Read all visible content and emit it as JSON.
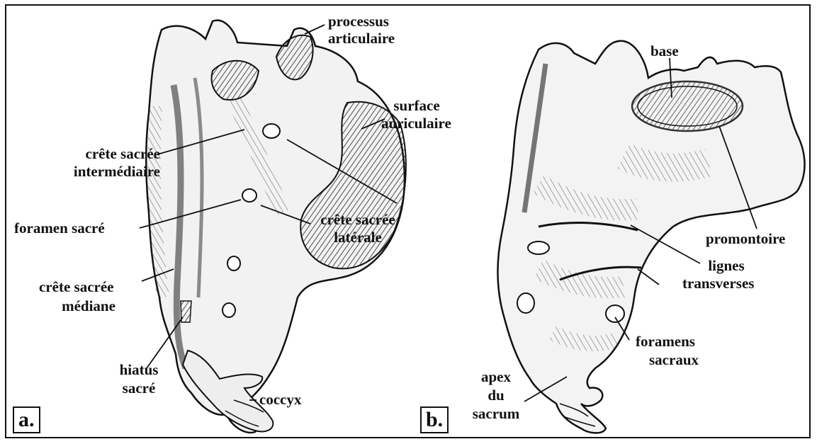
{
  "figure": {
    "panels": [
      {
        "tag": "a."
      },
      {
        "tag": "b."
      }
    ],
    "labels_a": {
      "processus": "processus",
      "articulaire": "articulaire",
      "surface": "surface",
      "auriculaire": "auriculaire",
      "crete_inter_1": "crête sacrée",
      "crete_inter_2": "intermédiaire",
      "foramen": "foramen sacré",
      "crete_lat_1": "crête sacrée",
      "crete_lat_2": "latérale",
      "crete_med_1": "crête sacrée",
      "crete_med_2": "médiane",
      "hiatus_1": "hiatus",
      "hiatus_2": "sacré",
      "coccyx": "coccyx"
    },
    "labels_b": {
      "base": "base",
      "promontoire": "promontoire",
      "lignes_1": "lignes",
      "lignes_2": "transverses",
      "foramens_1": "foramens",
      "foramens_2": "sacraux",
      "apex_1": "apex",
      "apex_2": "du",
      "apex_3": "sacrum"
    }
  }
}
